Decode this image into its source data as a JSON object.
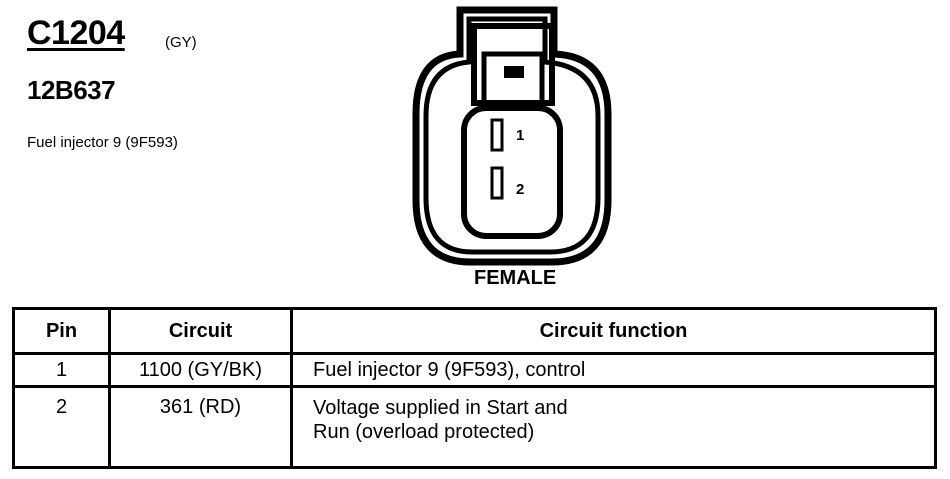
{
  "connector": {
    "code": "C1204",
    "color": "(GY)",
    "part_number": "12B637",
    "description": "Fuel injector 9 (9F593)",
    "gender": "FEMALE",
    "pin_labels": [
      "1",
      "2"
    ]
  },
  "table": {
    "headers": {
      "pin": "Pin",
      "circuit": "Circuit",
      "function": "Circuit function"
    },
    "rows": [
      {
        "pin": "1",
        "circuit": "1100 (GY/BK)",
        "function_lines": [
          "Fuel injector 9 (9F593), control"
        ]
      },
      {
        "pin": "2",
        "circuit": "361 (RD)",
        "function_lines": [
          "Voltage supplied in Start and",
          "Run (overload protected)"
        ]
      }
    ]
  }
}
